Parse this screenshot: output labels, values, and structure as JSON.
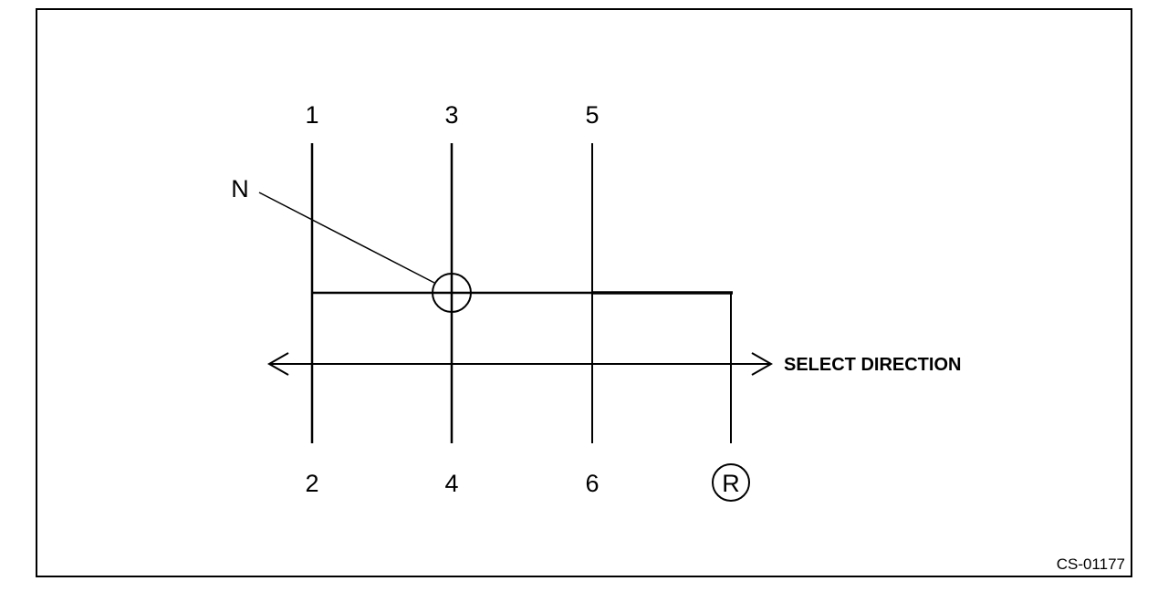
{
  "figure": {
    "title": "",
    "code": "CS-01177"
  },
  "gears": {
    "first": "1",
    "second": "2",
    "third": "3",
    "fourth": "4",
    "fifth": "5",
    "sixth": "6",
    "reverse": "R"
  },
  "neutral": {
    "label": "N"
  },
  "select": {
    "label": "SELECT DIRECTION"
  },
  "colors": {
    "ink": "#000000",
    "background": "#ffffff"
  }
}
